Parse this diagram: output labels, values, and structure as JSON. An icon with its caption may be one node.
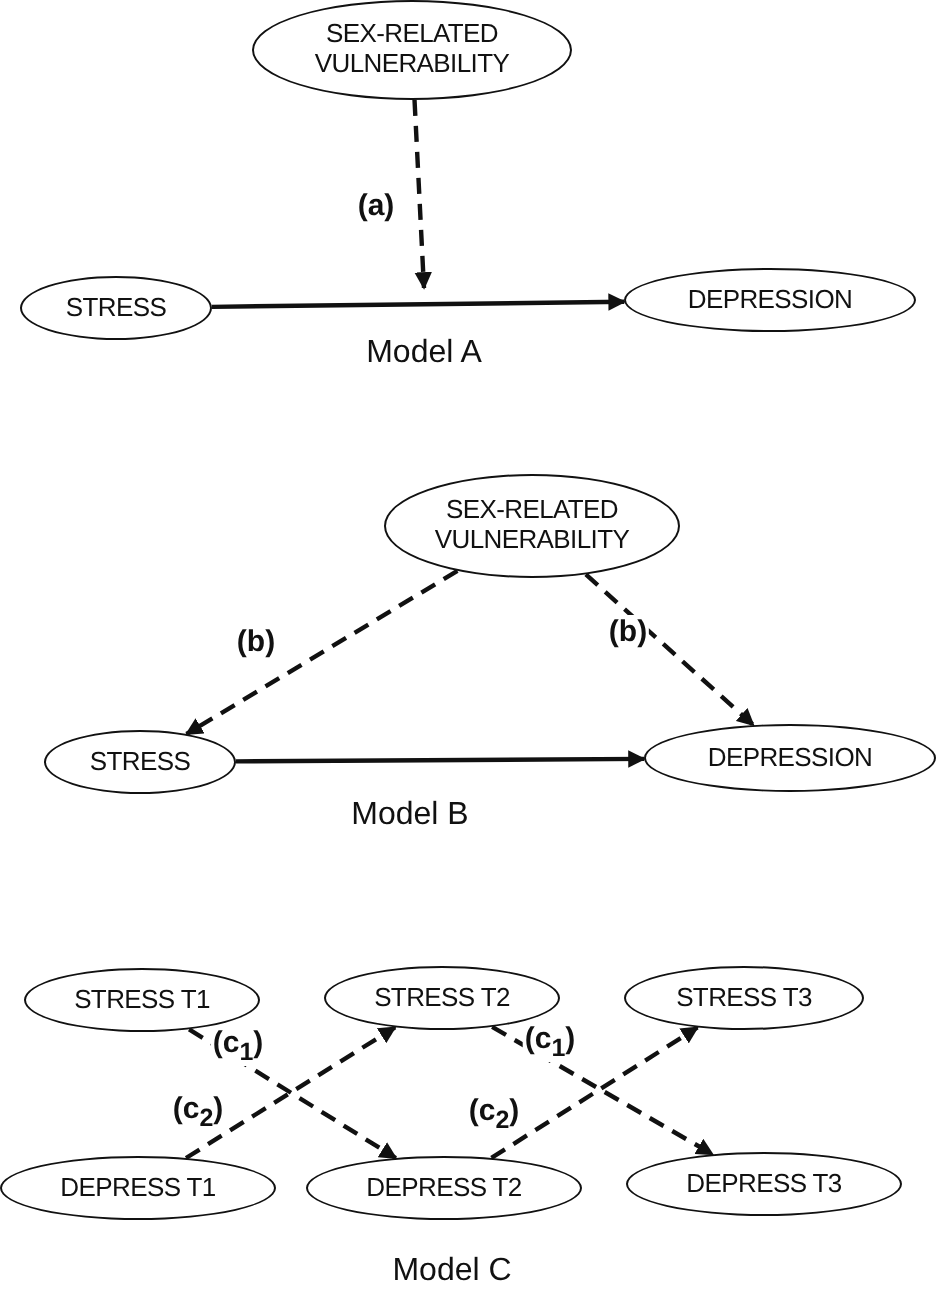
{
  "diagram": {
    "nodes": [
      {
        "text": [
          "SEX-RELATED VULNERABILITY"
        ]
      },
      {
        "text": [
          "STRESS"
        ]
      },
      {
        "text": [
          "DEPRESSION"
        ]
      },
      {
        "text": [
          "SEX-RELATED VULNERABILITY"
        ]
      },
      {
        "text": [
          "STRESS"
        ]
      },
      {
        "text": [
          "DEPRESSION"
        ]
      },
      {
        "text": [
          "STRESS T1"
        ]
      },
      {
        "text": [
          "STRESS T2"
        ]
      },
      {
        "text": [
          "STRESS T3"
        ]
      },
      {
        "text": [
          "DEPRESS T1"
        ]
      },
      {
        "text": [
          "DEPRESS T2"
        ]
      },
      {
        "text": [
          "DEPRESS T3"
        ]
      }
    ],
    "edges": [
      {
        "from": 0,
        "to": null,
        "arrow": "to",
        "style": "dashed",
        "label": "(a)"
      },
      {
        "from": 1,
        "to": 2,
        "arrow": "to"
      },
      {
        "from": 3,
        "to": 4,
        "arrow": "to",
        "style": "dashed",
        "label": "(b)"
      },
      {
        "from": 3,
        "to": 5,
        "arrow": "to",
        "style": "dashed",
        "label": "(b)"
      },
      {
        "from": 4,
        "to": 5,
        "arrow": "to"
      },
      {
        "from": 6,
        "to": 10,
        "arrow": "to",
        "style": "dashed",
        "label": "(c$_{1}$)"
      },
      {
        "from": 9,
        "to": 7,
        "arrow": "to",
        "style": "dashed",
        "label": "(c$_{2}$)"
      },
      {
        "from": 7,
        "to": 11,
        "arrow": "to",
        "style": "dashed",
        "label": "(c$_{1}$)"
      },
      {
        "from": 10,
        "to": 8,
        "arrow": "to",
        "style": "dashed",
        "label": "(c$_{2}$)"
      }
    ],
    "labels": [
      "Model A",
      "Model B",
      "Model C"
    ]
  }
}
